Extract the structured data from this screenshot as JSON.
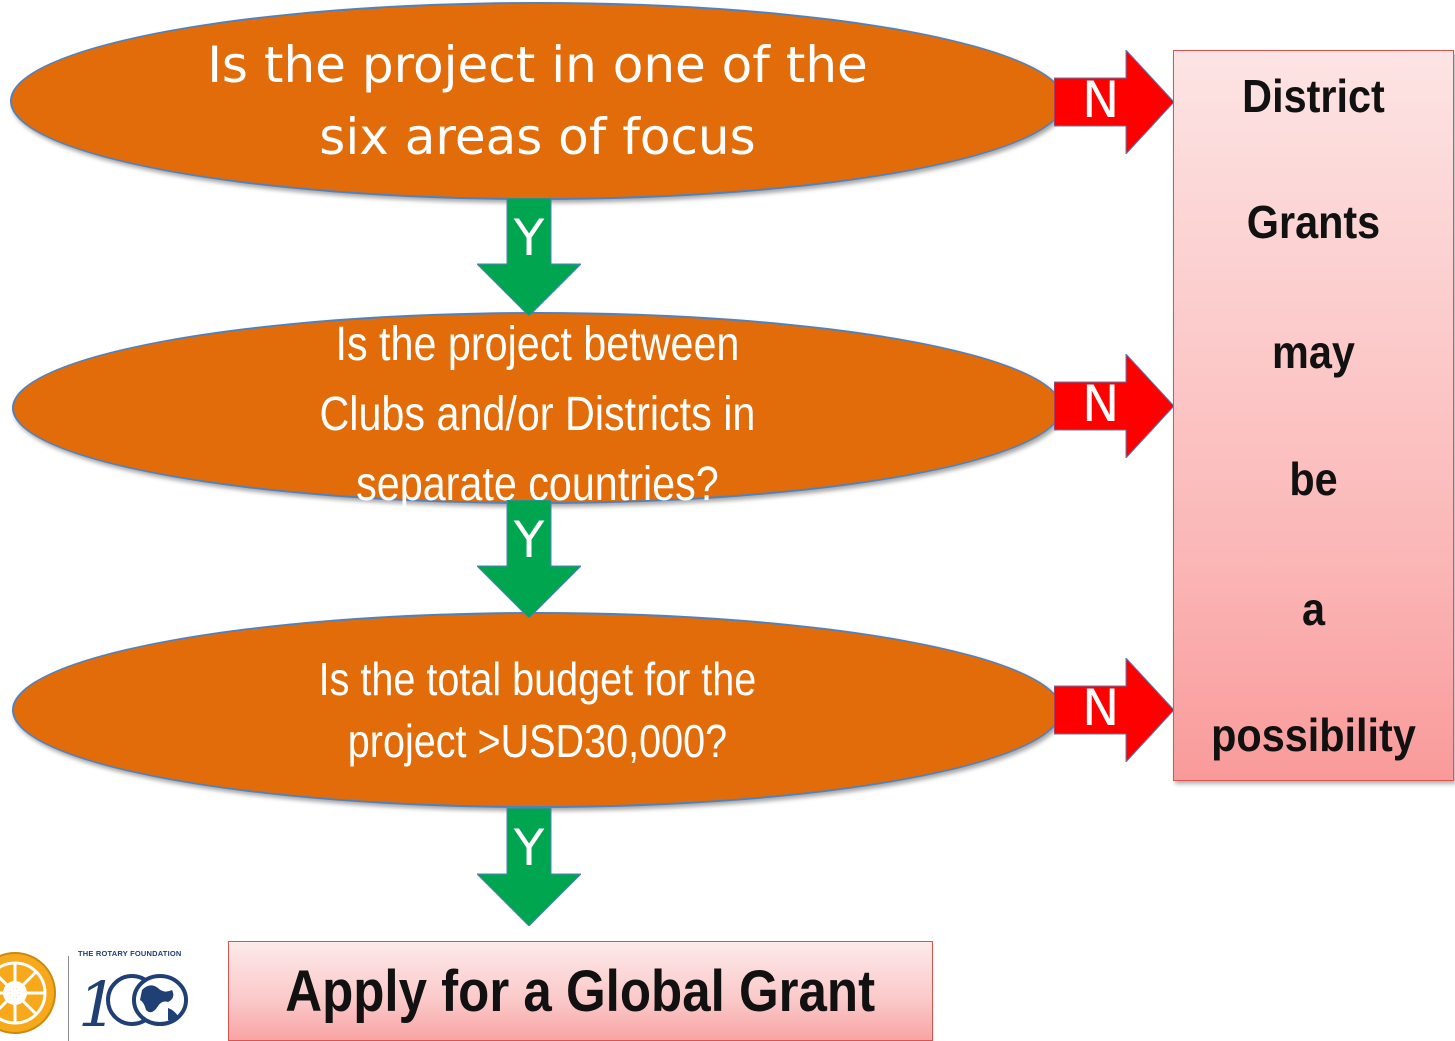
{
  "questions": [
    {
      "text": "Is the project in one of the\nsix areas of focus"
    },
    {
      "text": "Is the project between\nClubs and/or Districts in\nseparate countries?"
    },
    {
      "text": "Is the total budget for the\nproject >USD30,000?"
    }
  ],
  "yes_label": "Y",
  "no_label": "N",
  "district_box": {
    "words": [
      "District",
      "Grants",
      "may",
      "be",
      "a",
      "possibility"
    ]
  },
  "apply_box": {
    "text": "Apply for a Global Grant"
  },
  "logos": {
    "foundation_text": "THE ROTARY FOUNDATION",
    "wheel_icon": "rotary-wheel-icon",
    "centennial_icon": "centennial-100-globe-icon"
  },
  "colors": {
    "ellipse_fill": "#e36c0a",
    "ellipse_border": "#4f81bd",
    "yes_arrow": "#00a550",
    "no_arrow": "#ff0000",
    "box_fill": "#fbb6b6"
  }
}
